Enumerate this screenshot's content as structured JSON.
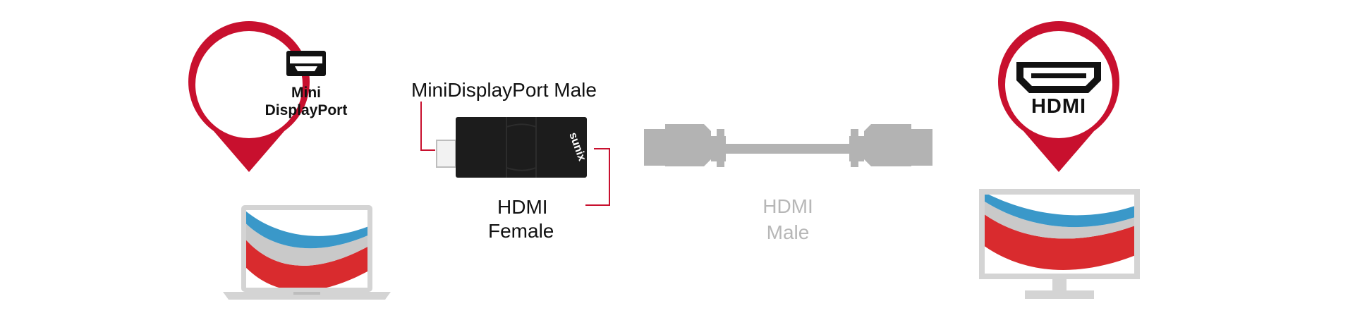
{
  "colors": {
    "accent_red": "#c8102e",
    "dark": "#1a1a1a",
    "grey_cable": "#b3b3b3",
    "screen_blue": "#3a98c9",
    "screen_red": "#d92b2e",
    "screen_silver": "#c9c9c9"
  },
  "pins": {
    "left": {
      "icon": "minidisplayport-connector-icon",
      "line1": "Mini",
      "line2": "DisplayPort"
    },
    "right": {
      "icon": "hdmi-connector-icon",
      "logo": "HDMI"
    }
  },
  "labels": {
    "mdp_male": "MiniDisplayPort Male",
    "hdmi_female_1": "HDMI",
    "hdmi_female_2": "Female",
    "hdmi_male_1": "HDMI",
    "hdmi_male_2": "Male"
  },
  "adapter": {
    "brand": "sunix"
  },
  "devices": {
    "left": "laptop-icon",
    "right": "monitor-icon"
  }
}
